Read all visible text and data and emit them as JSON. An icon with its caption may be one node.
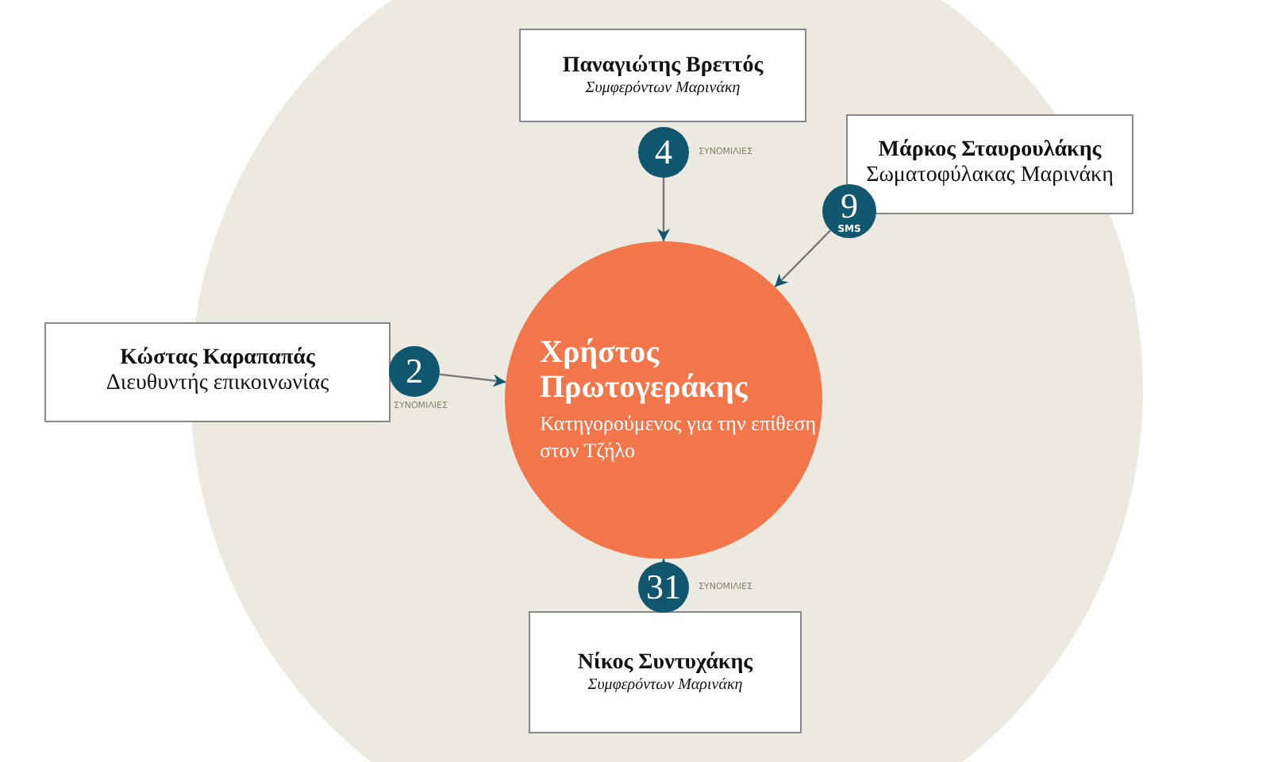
{
  "diagram": {
    "nodes": [
      {
        "text": [
          "Παναγιώτης Βρεττός",
          "Συμφερόντων Μαρινάκη"
        ]
      },
      {
        "text": [
          "4"
        ],
        "beside": [
          "ΣΥΝΟΜΙΛΙΕΣ"
        ]
      },
      {
        "text": [
          "Μάρκος Σταυρουλάκης",
          "Σωματοφύλακας Μαρινάκη"
        ]
      },
      {
        "text": [
          "9",
          "SMS"
        ]
      },
      {
        "text": [
          "Κώστας Καραπαπάς",
          "Διευθυντής επικοινωνίας"
        ]
      },
      {
        "text": [
          "2"
        ],
        "beside": [
          "ΣΥΝΟΜΙΛΙΕΣ"
        ]
      },
      {
        "text": [
          "Χρήστος Πρωτογεράκης",
          "Κατηγορούμενος για την επίθεση στον Τζήλο"
        ]
      },
      {
        "text": [
          "31"
        ],
        "beside": [
          "ΣΥΝΟΜΙΛΙΕΣ"
        ]
      },
      {
        "text": [
          "Νίκος Συντυχάκης",
          "Συμφερόντων Μαρινάκη"
        ]
      }
    ],
    "edges": [
      {
        "from": 1,
        "to": 6,
        "arrow": "to"
      },
      {
        "from": 3,
        "to": 6,
        "arrow": "to"
      },
      {
        "from": 5,
        "to": 6,
        "arrow": "to"
      },
      {
        "from": 7,
        "to": 6,
        "arrow": "to"
      }
    ]
  }
}
